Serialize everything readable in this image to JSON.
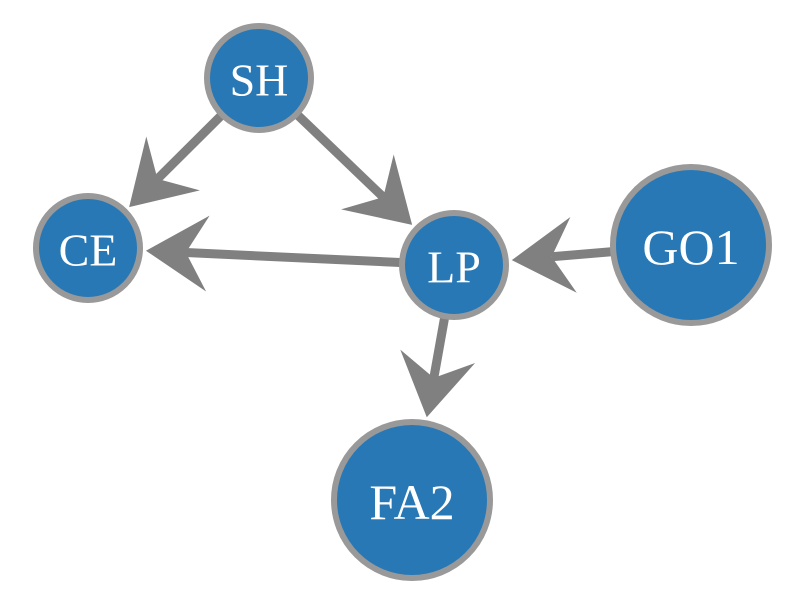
{
  "colors": {
    "node_fill": "#2878b6",
    "node_stroke": "#999999",
    "edge": "#808080",
    "label": "#ffffff"
  },
  "nodes": [
    {
      "id": "SH",
      "label": "SH"
    },
    {
      "id": "CE",
      "label": "CE"
    },
    {
      "id": "LP",
      "label": "LP"
    },
    {
      "id": "GO1",
      "label": "GO1"
    },
    {
      "id": "FA2",
      "label": "FA2"
    }
  ],
  "edges": [
    {
      "from": "SH",
      "to": "CE"
    },
    {
      "from": "SH",
      "to": "LP"
    },
    {
      "from": "LP",
      "to": "CE"
    },
    {
      "from": "GO1",
      "to": "LP"
    },
    {
      "from": "LP",
      "to": "FA2"
    }
  ]
}
